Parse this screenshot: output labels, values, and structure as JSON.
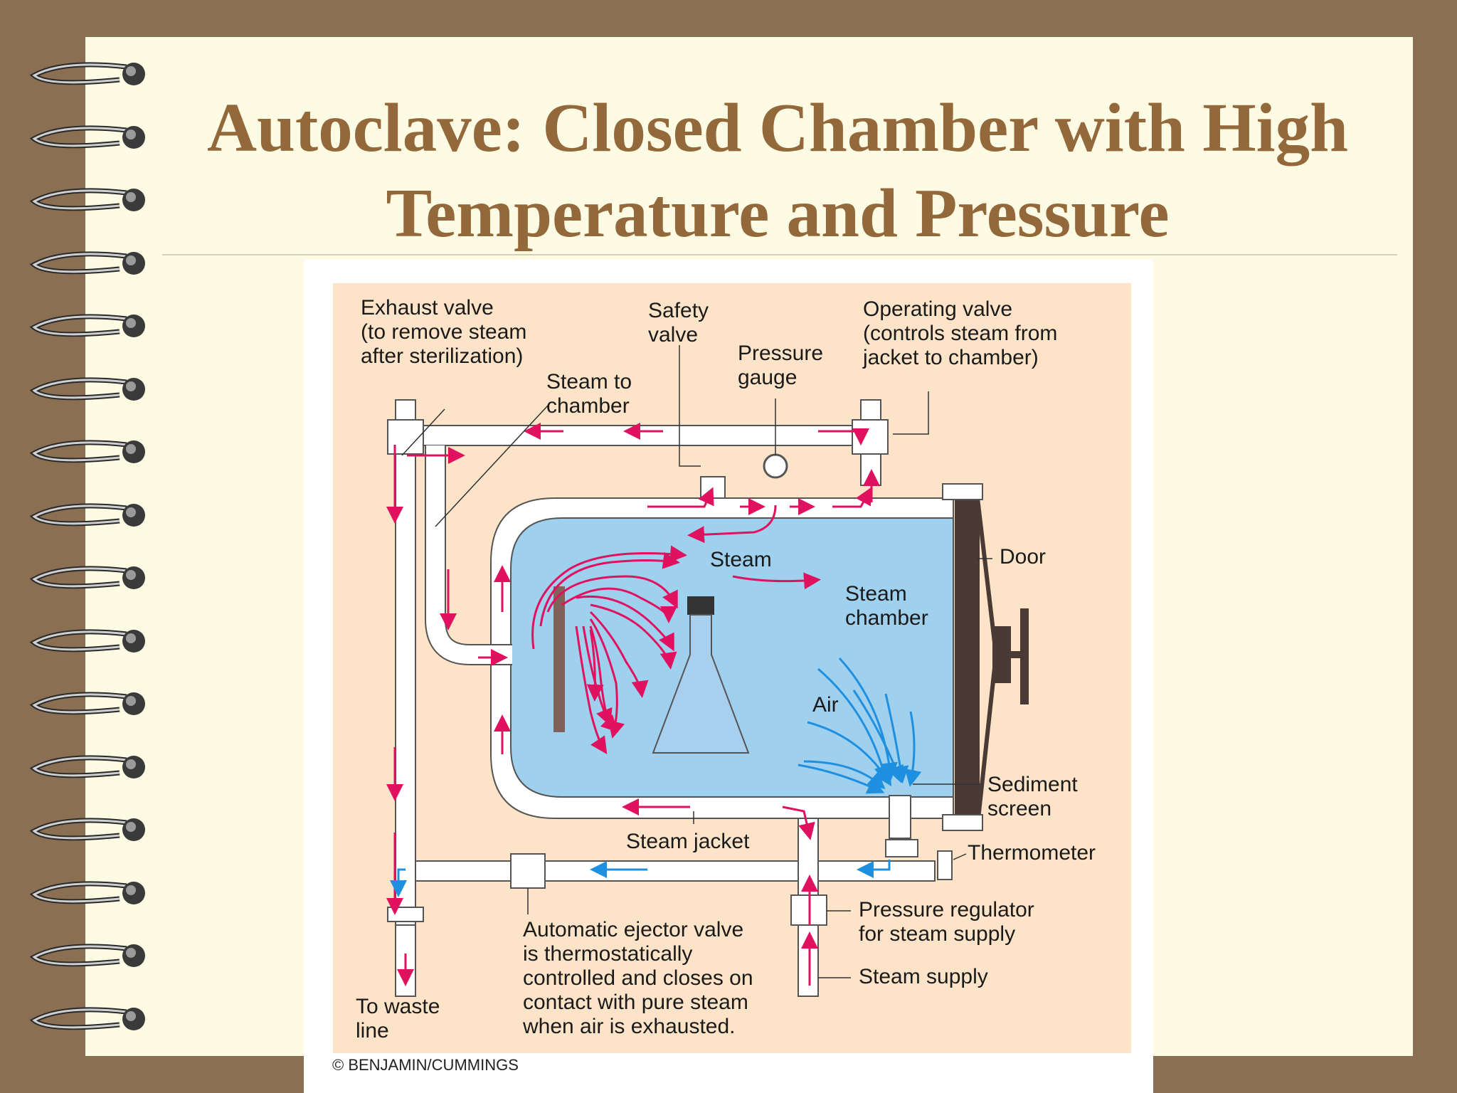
{
  "title": {
    "line1": "Autoclave: Closed Chamber with High",
    "line2": "Temperature and Pressure"
  },
  "labels": {
    "exhaust_valve": "Exhaust valve\n(to remove steam\nafter sterilization)",
    "safety_valve": "Safety\nvalve",
    "pressure_gauge": "Pressure\ngauge",
    "operating_valve": "Operating valve\n(controls steam from\njacket to chamber)",
    "steam_to_chamber": "Steam to\nchamber",
    "steam": "Steam",
    "steam_chamber": "Steam\nchamber",
    "door": "Door",
    "air": "Air",
    "sediment_screen": "Sediment\nscreen",
    "thermometer": "Thermometer",
    "steam_jacket": "Steam jacket",
    "pressure_regulator": "Pressure regulator\nfor steam supply",
    "steam_supply": "Steam supply",
    "ejector_valve": "Automatic ejector valve\nis thermostatically\ncontrolled and closes on\ncontact with pure steam\nwhen air is exhausted.",
    "waste_line": "To waste\nline"
  },
  "credit": "© BENJAMIN/CUMMINGS",
  "colors": {
    "background": "#8a6f52",
    "page": "#fdfbe3",
    "title": "#93683a",
    "diagram_bg": "#fde4c8",
    "chamber": "#9fd0ee",
    "steam_arrow": "#e0115f",
    "air_arrow": "#1f8fe0",
    "door": "#4a3a36"
  }
}
